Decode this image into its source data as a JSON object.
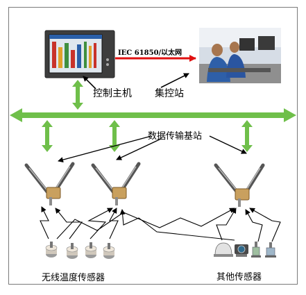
{
  "labels": {
    "control_host": "控制主机",
    "control_center": "集控站",
    "protocol": "IEC 61850/以太网",
    "base_station": "数据传输基站",
    "wireless_temp_sensors": "无线温度传感器",
    "other_sensors": "其他传感器"
  },
  "colors": {
    "bus": "#6fbf4a",
    "protocol_arrow": "#e01010",
    "frame": "#7a7a7a"
  }
}
